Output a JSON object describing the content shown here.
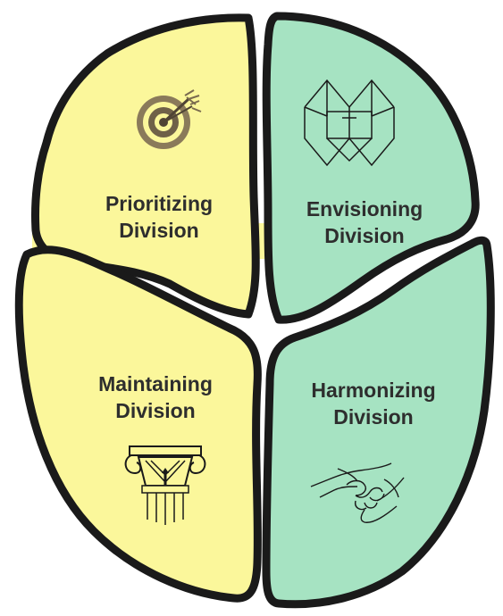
{
  "quadrants": {
    "prioritizing": {
      "line1": "Prioritizing",
      "line2": "Division",
      "fill": "#fbf79b",
      "icon": "target-icon"
    },
    "envisioning": {
      "line1": "Envisioning",
      "line2": "Division",
      "fill": "#a6e3c2",
      "icon": "cube-icon"
    },
    "maintaining": {
      "line1": "Maintaining",
      "line2": "Division",
      "fill": "#fbf79b",
      "icon": "column-icon"
    },
    "harmonizing": {
      "line1": "Harmonizing",
      "line2": "Division",
      "fill": "#a6e3c2",
      "icon": "handshake-icon"
    }
  },
  "outline_color": "#1a1a1a"
}
